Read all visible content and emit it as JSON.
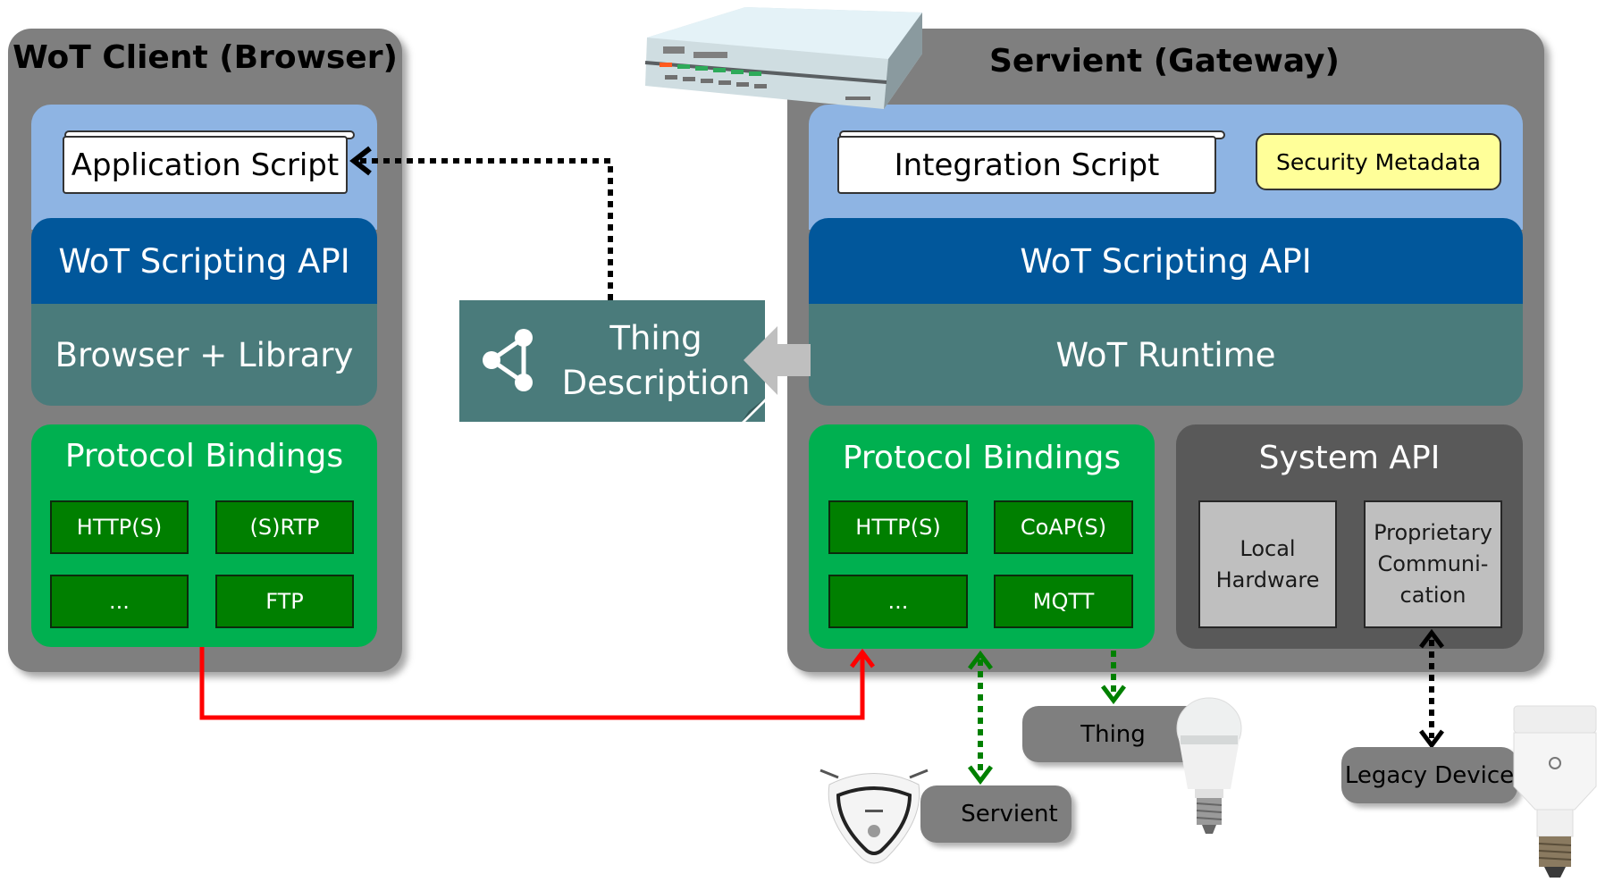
{
  "client": {
    "title": "WoT Client (Browser)",
    "app_script": "Application Script",
    "scripting_api": "WoT Scripting API",
    "runtime": "Browser + Library",
    "protocol_bindings": {
      "title": "Protocol Bindings",
      "items": [
        "HTTP(S)",
        "(S)RTP",
        "...",
        "FTP"
      ]
    }
  },
  "gateway": {
    "title": "Servient (Gateway)",
    "integration_script": "Integration Script",
    "security_metadata": "Security Metadata",
    "scripting_api": "WoT Scripting API",
    "runtime": "WoT Runtime",
    "protocol_bindings": {
      "title": "Protocol Bindings",
      "items": [
        "HTTP(S)",
        "CoAP(S)",
        "...",
        "MQTT"
      ]
    },
    "system_api": {
      "title": "System API",
      "items": [
        "Local\nHardware",
        "Proprietary\nCommuni-\ncation"
      ]
    }
  },
  "thing_description": {
    "line1": "Thing",
    "line2": "Description",
    "icon": "share-icon"
  },
  "devices": {
    "thing": "Thing",
    "servient": "Servient",
    "legacy": "Legacy Device"
  },
  "colors": {
    "outer_gray": "#7f7f7f",
    "light_blue": "#8eb4e3",
    "api_blue": "#01579b",
    "runtime_teal": "#4a7b7b",
    "binding_green": "#00b050",
    "protocol_dark_green": "#007f00",
    "system_gray": "#595959",
    "security_yellow": "#ffff99",
    "red_link": "#ff0000",
    "green_link": "#008000"
  }
}
